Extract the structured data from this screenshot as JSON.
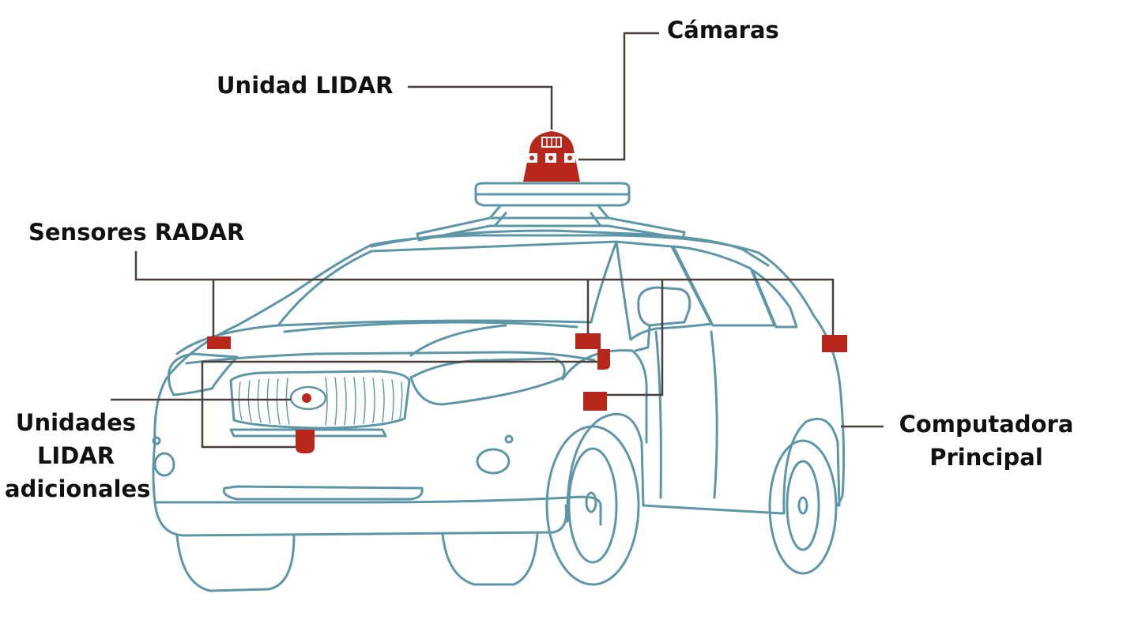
{
  "labels": {
    "camaras": "Cámaras",
    "unidad_lidar": "Unidad LIDAR",
    "sensores_radar": "Sensores RADAR",
    "unidades_lidar_adicionales": [
      "Unidades",
      "LIDAR",
      "adicionales"
    ],
    "computadora_principal": [
      "Computadora",
      "Principal"
    ]
  },
  "colors": {
    "outline": "#5d96a6",
    "sensor": "#b8271c",
    "leader": "#4a3f3b",
    "text": "#111111",
    "background": "#ffffff"
  }
}
